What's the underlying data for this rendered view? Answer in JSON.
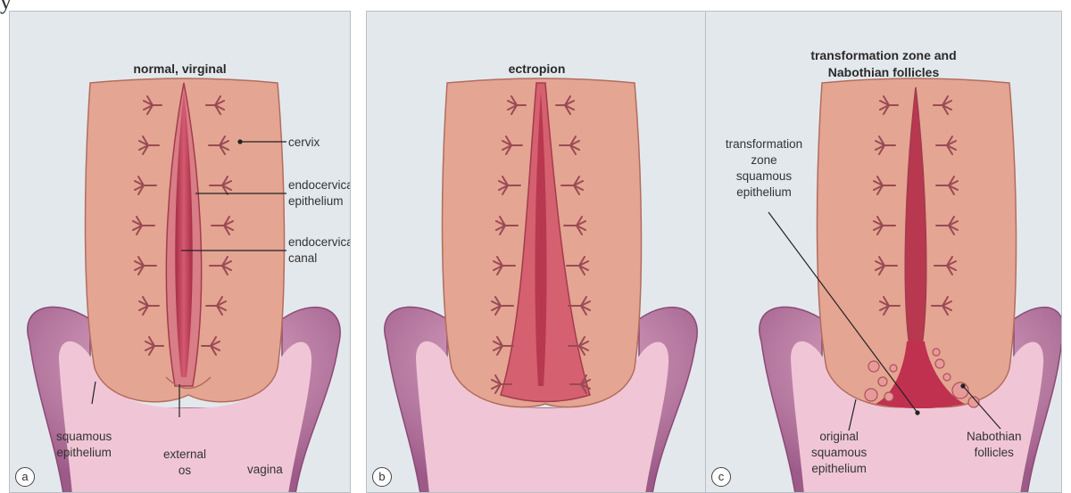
{
  "corner_fragment": "y",
  "panels": [
    {
      "badge": "a",
      "title": "normal, virginal",
      "labels": {
        "cervix": "cervix",
        "endo_epi": "endocervical\nepithelium",
        "endo_canal": "endocervical\ncanal",
        "squamous": "squamous\nepithelium",
        "external_os": "external\nos",
        "vagina": "vagina"
      }
    },
    {
      "badge": "b",
      "title": "ectropion"
    },
    {
      "badge": "c",
      "title": "transformation zone and\nNabothian follicles",
      "labels": {
        "tz_squamous": "transformation\nzone\nsquamous\nepithelium",
        "original": "original\nsquamous\nepithelium",
        "nabothian": "Nabothian\nfollicles"
      }
    }
  ],
  "colors": {
    "background": "#e3e8ec",
    "cervix_tissue": "#e4a592",
    "canal": "#b8384f",
    "vagina_outer": "#b4709d",
    "vagina_inner": "#f0c6d6",
    "crypt": "#9a4a54"
  }
}
